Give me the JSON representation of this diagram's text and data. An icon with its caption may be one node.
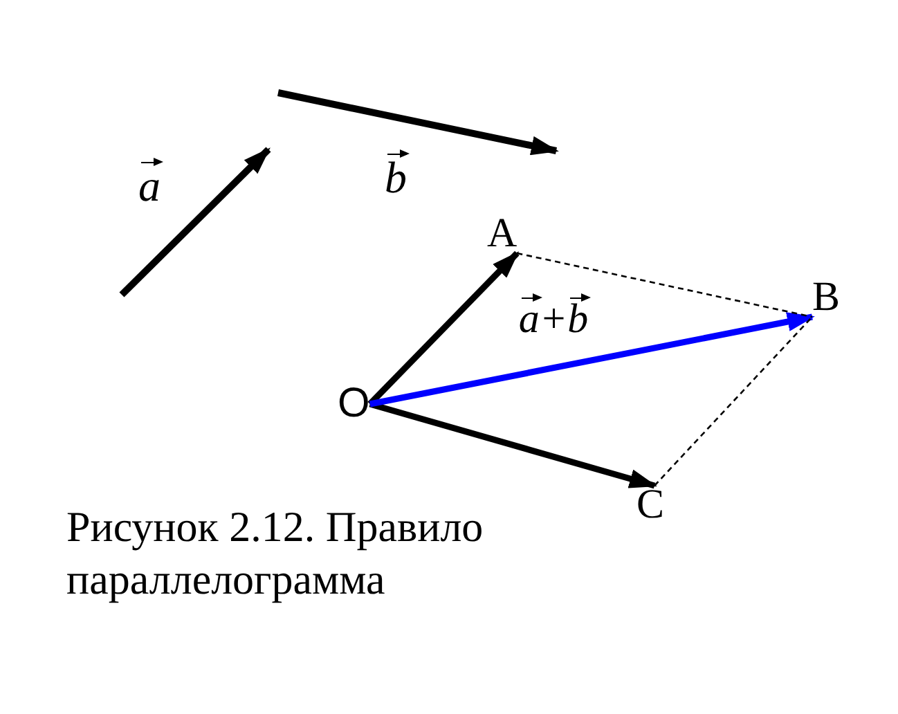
{
  "diagram": {
    "caption": "Рисунок 2.12. Правило параллелограмма",
    "nodes": [
      {
        "text": [
          "O"
        ]
      },
      {
        "text": [
          "A"
        ]
      },
      {
        "text": [
          "B"
        ]
      },
      {
        "text": [
          "C"
        ]
      }
    ],
    "edges": [
      {
        "from": 0,
        "to": 1,
        "arrow": "to"
      },
      {
        "from": 0,
        "to": 3,
        "arrow": "to"
      },
      {
        "from": 0,
        "to": 2,
        "arrow": "to",
        "color": "#0000ff",
        "label": "a+b"
      },
      {
        "from": 1,
        "to": 2,
        "arrow": "none",
        "style": "dashed"
      },
      {
        "from": 3,
        "to": 2,
        "arrow": "none",
        "style": "dashed"
      }
    ],
    "labels": [
      "a",
      "b"
    ]
  }
}
